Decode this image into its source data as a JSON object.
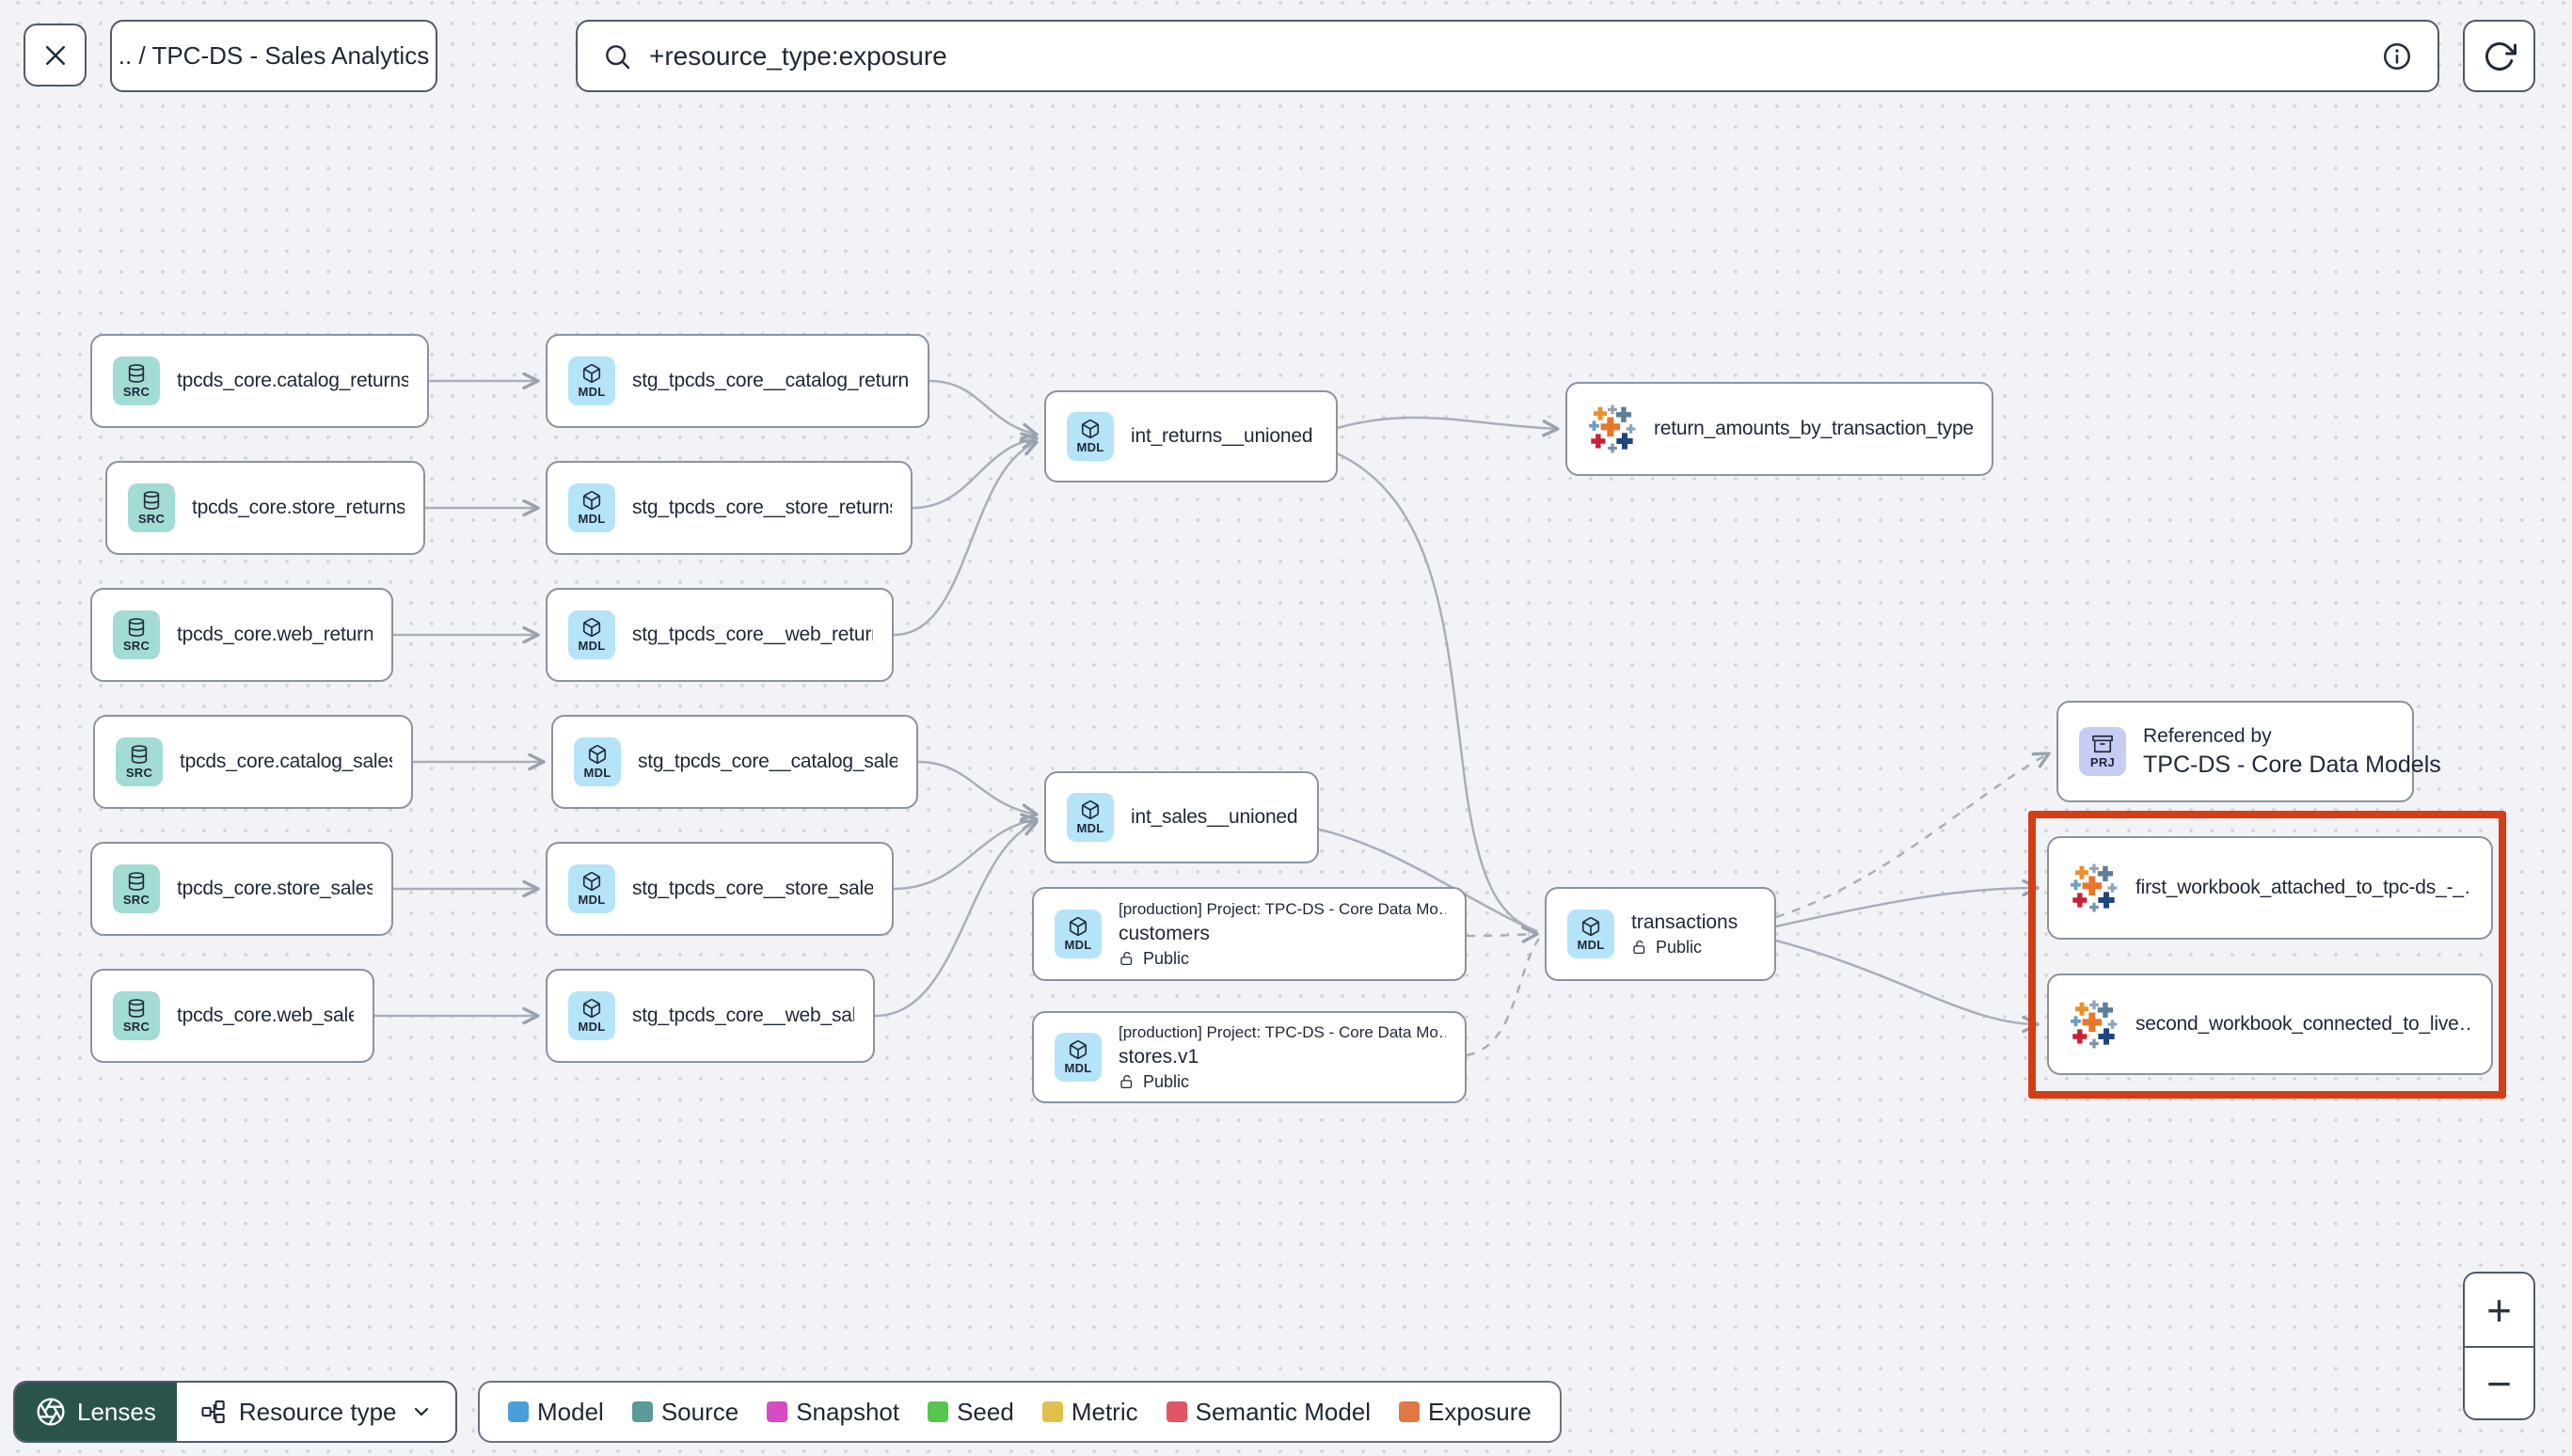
{
  "topbar": {
    "breadcrumb": ".. / TPC-DS - Sales Analytics",
    "search_value": "+resource_type:exposure"
  },
  "nodes": {
    "src_catalog_returns": {
      "badge": "SRC",
      "label": "tpcds_core.catalog_returns"
    },
    "src_store_returns": {
      "badge": "SRC",
      "label": "tpcds_core.store_returns"
    },
    "src_web_returns": {
      "badge": "SRC",
      "label": "tpcds_core.web_returns"
    },
    "src_catalog_sales": {
      "badge": "SRC",
      "label": "tpcds_core.catalog_sales"
    },
    "src_store_sales": {
      "badge": "SRC",
      "label": "tpcds_core.store_sales"
    },
    "src_web_sales": {
      "badge": "SRC",
      "label": "tpcds_core.web_sales"
    },
    "stg_catalog_returns": {
      "badge": "MDL",
      "label": "stg_tpcds_core__catalog_returns"
    },
    "stg_store_returns": {
      "badge": "MDL",
      "label": "stg_tpcds_core__store_returns"
    },
    "stg_web_returns": {
      "badge": "MDL",
      "label": "stg_tpcds_core__web_returns"
    },
    "stg_catalog_sales": {
      "badge": "MDL",
      "label": "stg_tpcds_core__catalog_sales"
    },
    "stg_store_sales": {
      "badge": "MDL",
      "label": "stg_tpcds_core__store_sales"
    },
    "stg_web_sales": {
      "badge": "MDL",
      "label": "stg_tpcds_core__web_sales"
    },
    "int_returns": {
      "badge": "MDL",
      "label": "int_returns__unioned"
    },
    "int_sales": {
      "badge": "MDL",
      "label": "int_sales__unioned"
    },
    "exposure_return_amounts": {
      "label": "return_amounts_by_transaction_type"
    },
    "customers": {
      "badge": "MDL",
      "project_line": "[production] Project: TPC-DS - Core Data Mo…",
      "label": "customers",
      "access": "Public"
    },
    "stores": {
      "badge": "MDL",
      "project_line": "[production] Project: TPC-DS - Core Data Mo…",
      "label": "stores.v1",
      "access": "Public"
    },
    "transactions": {
      "badge": "MDL",
      "label": "transactions",
      "access": "Public"
    },
    "referenced_by": {
      "badge": "PRJ",
      "title": "Referenced by",
      "label": "TPC-DS - Core Data Models"
    },
    "workbook_first": {
      "label": "first_workbook_attached_to_tpc-ds_-_…"
    },
    "workbook_second": {
      "label": "second_workbook_connected_to_live…"
    }
  },
  "legend": {
    "items": [
      {
        "label": "Model",
        "color": "#4a9edb"
      },
      {
        "label": "Source",
        "color": "#5b9a96"
      },
      {
        "label": "Snapshot",
        "color": "#d84bc6"
      },
      {
        "label": "Seed",
        "color": "#56c64e"
      },
      {
        "label": "Metric",
        "color": "#e0c04b"
      },
      {
        "label": "Semantic Model",
        "color": "#e25563"
      },
      {
        "label": "Exposure",
        "color": "#e07745"
      }
    ]
  },
  "controls": {
    "lenses": "Lenses",
    "resource_type": "Resource type",
    "zoom_in": "+",
    "zoom_out": "−"
  },
  "colors": {
    "highlight": "#d63d14",
    "src_chip_bg": "#a3dbd5",
    "mdl_chip_bg": "#b5e3f8",
    "prj_chip_bg": "#c7ccf5",
    "lenses_bg": "#2a544b"
  }
}
